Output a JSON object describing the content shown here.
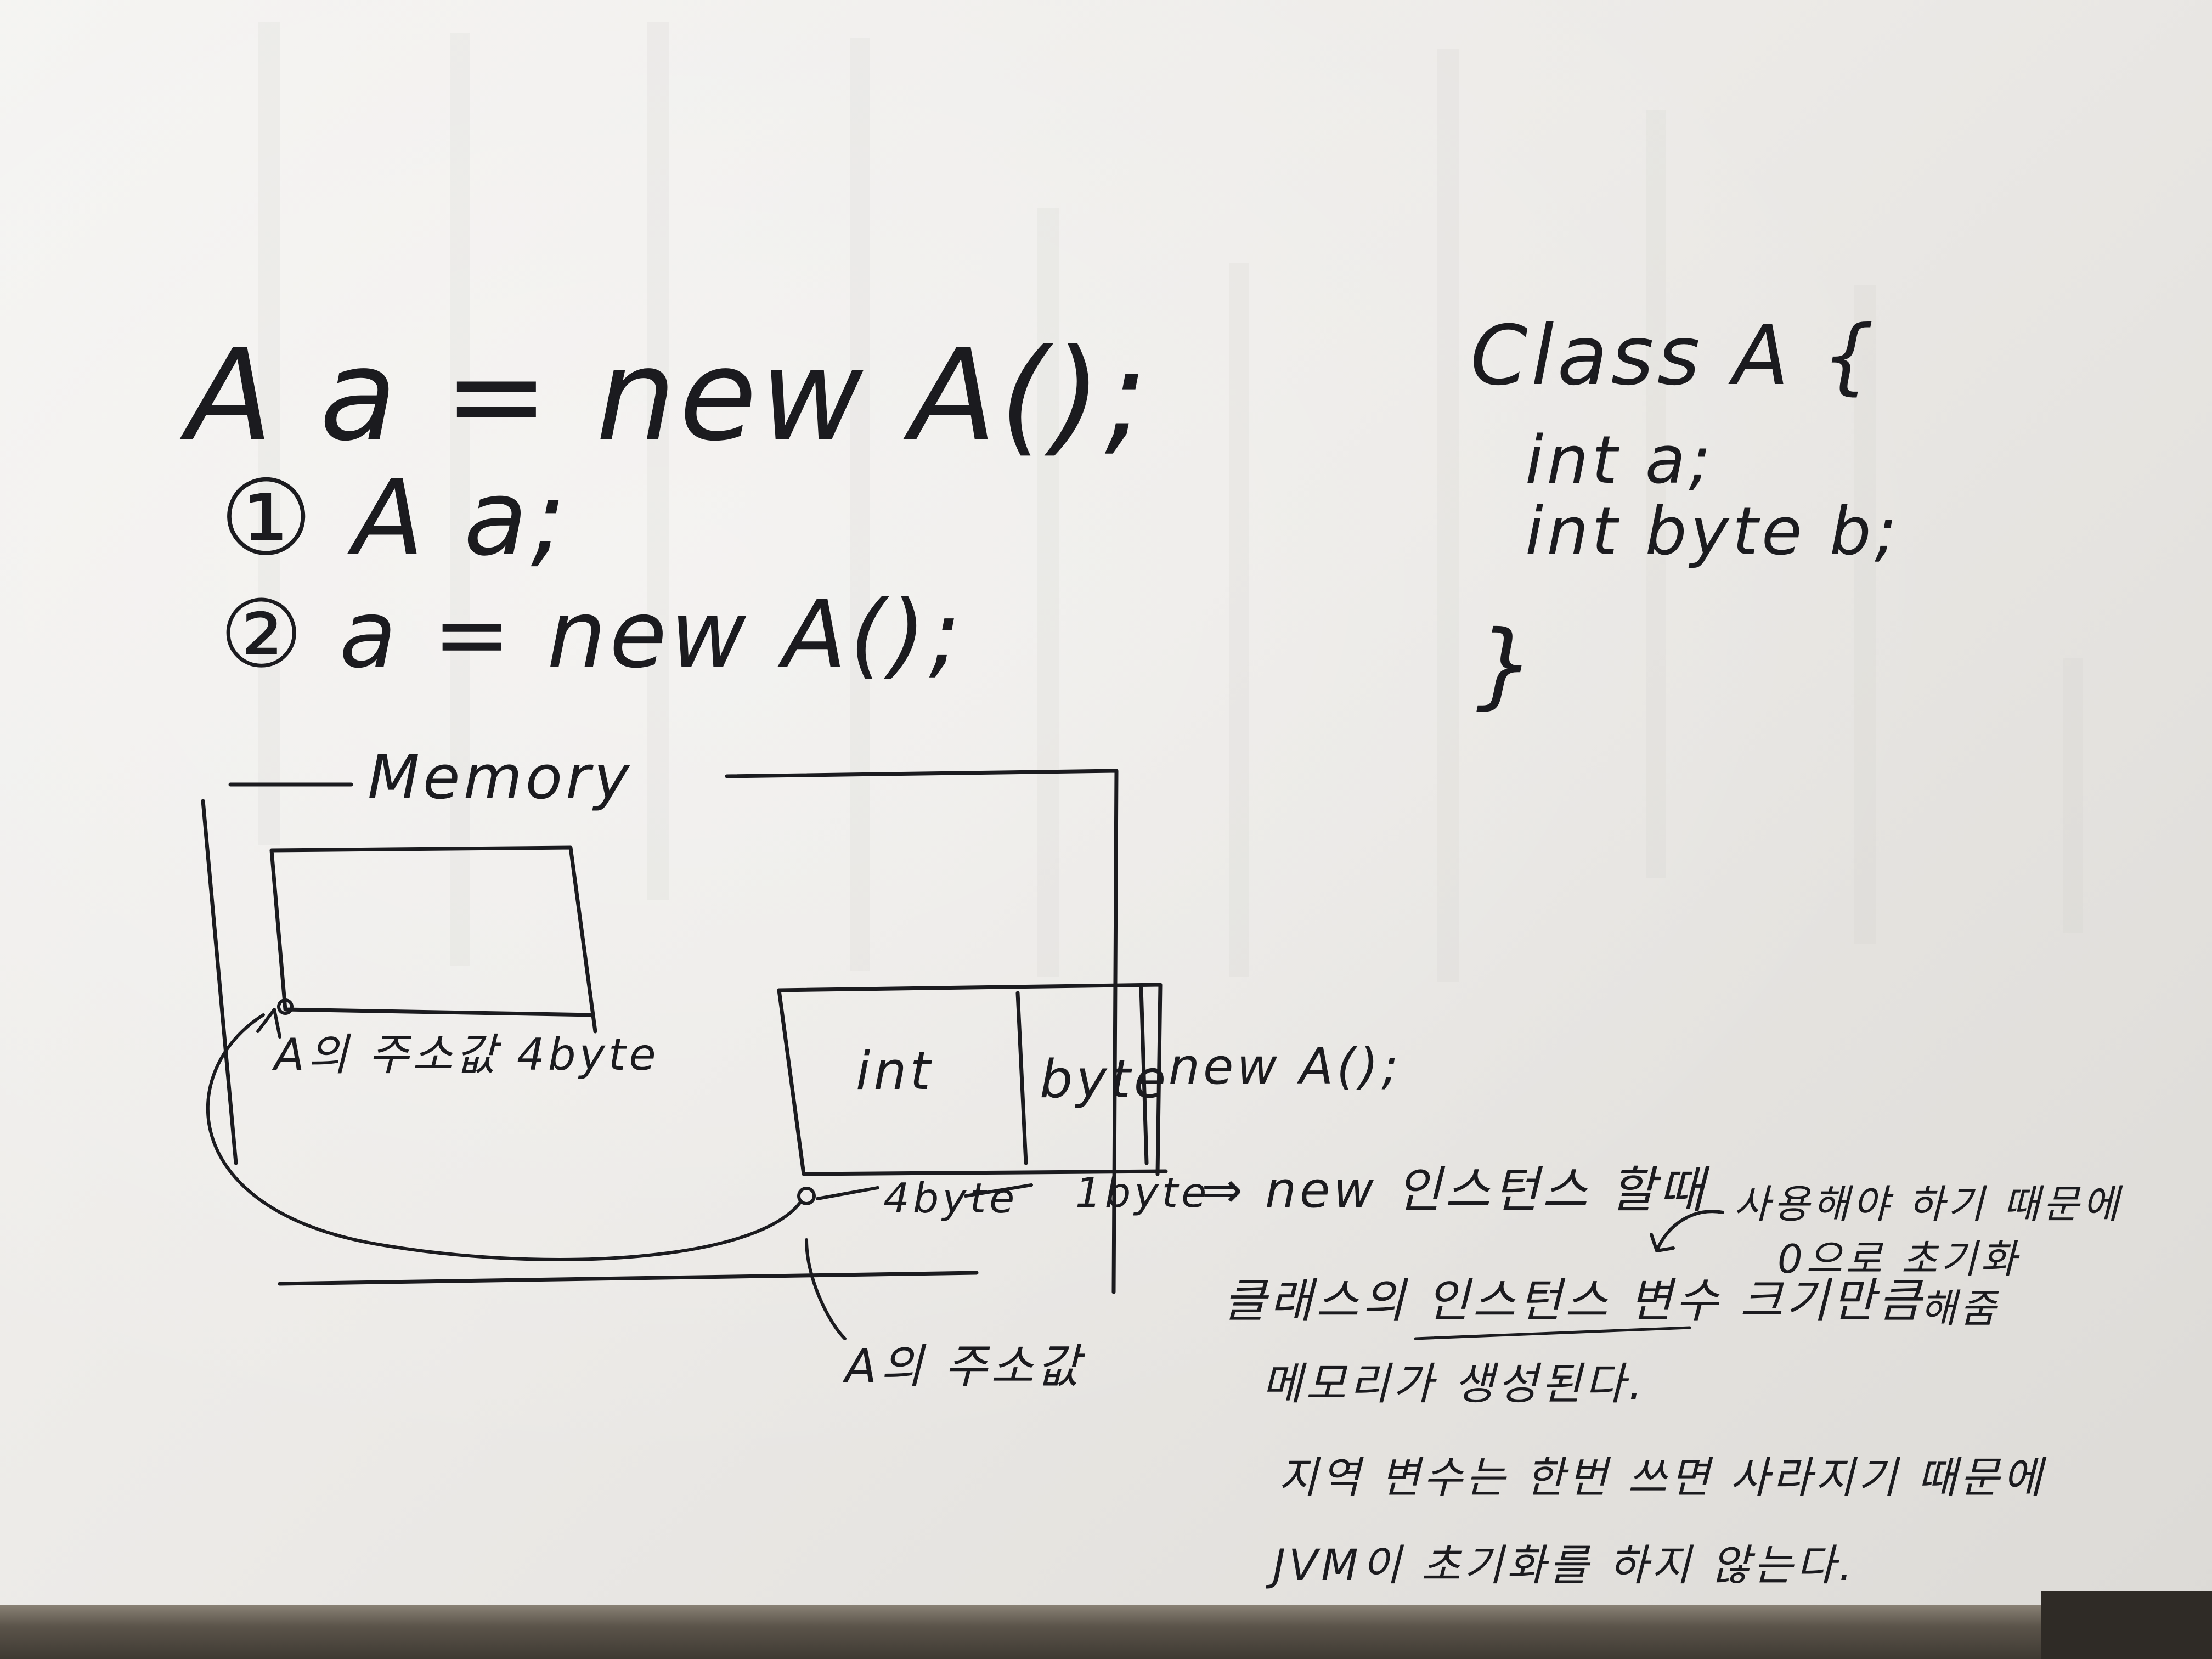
{
  "note": {
    "declaration": "A a = new A();",
    "step1": "① A a;",
    "step2": "② a = new A();",
    "class_header": "Class A {",
    "field_int": "int a;",
    "field_byte": "int byte b;",
    "class_close": "}",
    "memory_label": "Memory",
    "left_box_caption": "A의 주소값 4byte",
    "heap_cell_int": "int",
    "heap_cell_byte": "byte",
    "heap_cell_new": "new A();",
    "heap_bottom_left": "4byte",
    "heap_bottom_right": "1byte",
    "address_caption": "A의 주소값",
    "arrow_note_line1": "⇒ new 인스턴스 할때",
    "arrow_note_line2": "클래스의 인스턴스 변수 크기만큼",
    "arrow_note_line3": "메모리가 생성된다.",
    "side_note_line1": "사용해야 하기 때문에",
    "side_note_line2": "0으로 초기화",
    "side_note_line3": "해줌",
    "local_note_line1": "지역 변수는 한번 쓰면 사라지기 때문에",
    "local_note_line2": "JVM이 초기화를 하지 않는다."
  }
}
